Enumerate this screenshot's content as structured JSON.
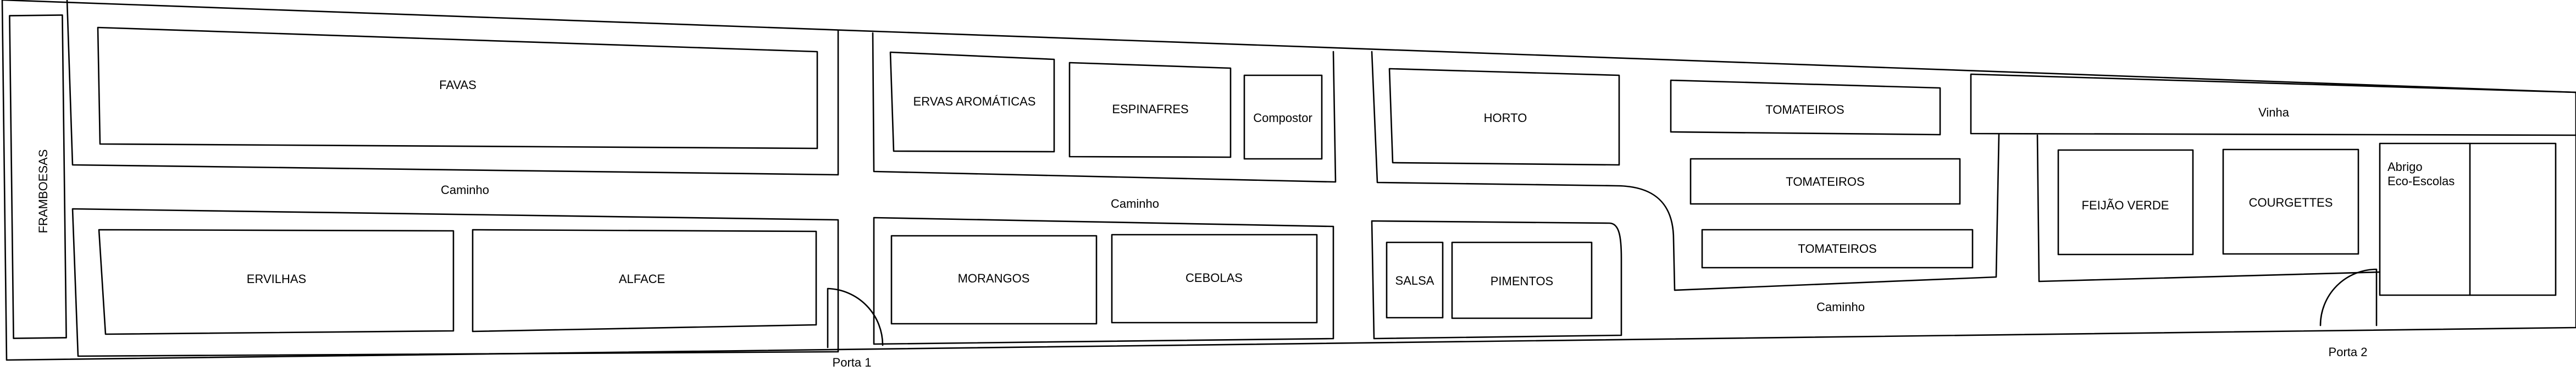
{
  "plan": {
    "beds": {
      "framboesas": "FRAMBOESAS",
      "favas": "FAVAS",
      "ervas_aromaticas": "ERVAS AROMÁTICAS",
      "espinafres": "ESPINAFRES",
      "compostor": "Compostor",
      "horto": "HORTO",
      "tomateiros_1": "TOMATEIROS",
      "tomateiros_2": "TOMATEIROS",
      "tomateiros_3": "TOMATEIROS",
      "vinha": "Vinha",
      "ervilhas": "ERVILHAS",
      "alface": "ALFACE",
      "morangos": "MORANGOS",
      "cebolas": "CEBOLAS",
      "salsa": "SALSA",
      "pimentos": "PIMENTOS",
      "feijao_verde": "FEIJÃO VERDE",
      "courgettes": "COURGETTES",
      "abrigo_line1": "Abrigo",
      "abrigo_line2": "Eco-Escolas"
    },
    "paths": {
      "caminho_1": "Caminho",
      "caminho_2": "Caminho",
      "caminho_3": "Caminho"
    },
    "doors": {
      "porta_1": "Porta 1",
      "porta_2": "Porta 2"
    }
  }
}
